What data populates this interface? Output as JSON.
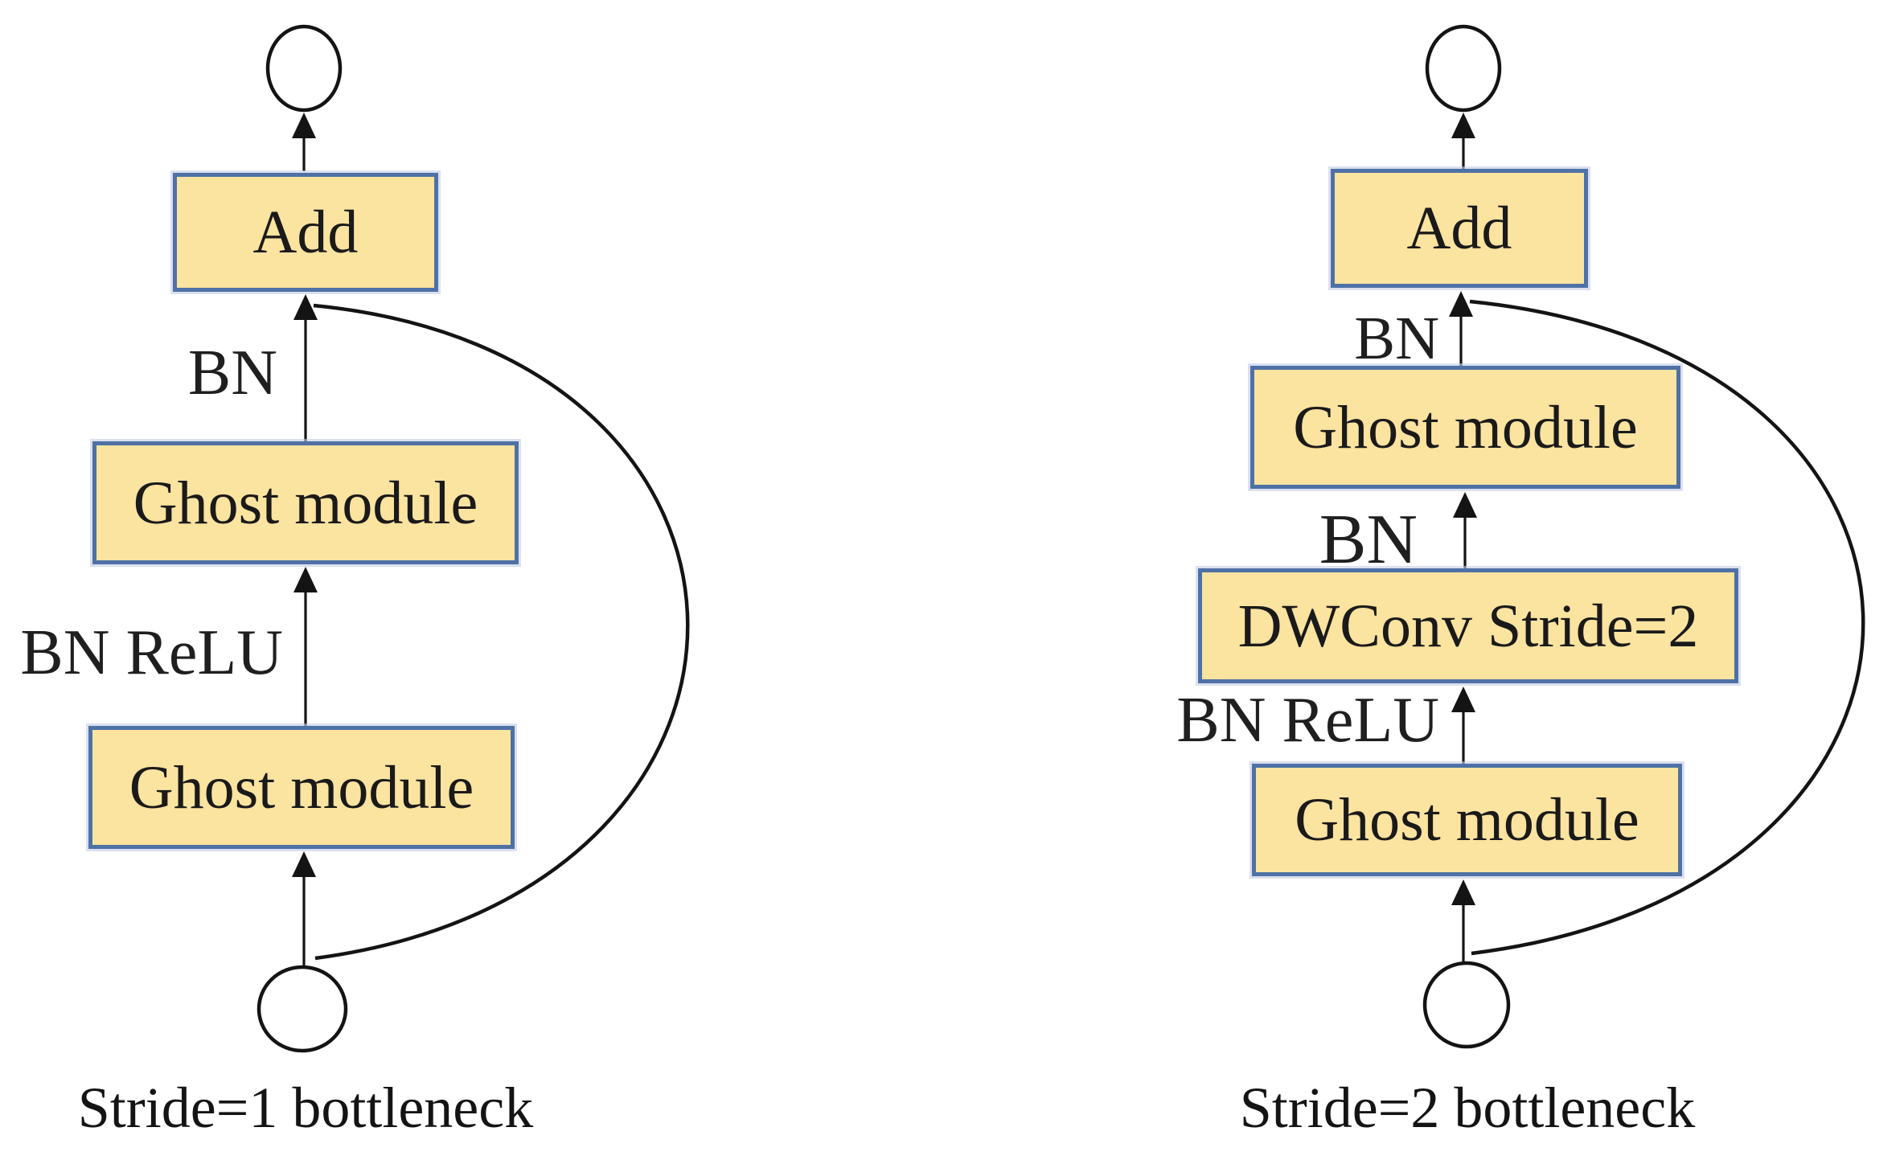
{
  "figure": {
    "colors": {
      "background": "#ffffff",
      "box_fill": "#FBE3A0",
      "box_border": "#4E71A6",
      "line_color": "#141414"
    }
  },
  "left_diagram": {
    "caption": "Stride=1 bottleneck",
    "boxes": {
      "add": "Add",
      "ghost1": "Ghost module",
      "ghost2": "Ghost module"
    },
    "labels": {
      "bn": "BN",
      "bn_relu": "BN ReLU"
    }
  },
  "right_diagram": {
    "caption": "Stride=2 bottleneck",
    "boxes": {
      "add": "Add",
      "ghost_top": "Ghost module",
      "dwconv": "DWConv Stride=2",
      "ghost_bottom": "Ghost module"
    },
    "labels": {
      "bn_top": "BN",
      "bn_mid": "BN",
      "bn_relu": "BN ReLU"
    }
  }
}
